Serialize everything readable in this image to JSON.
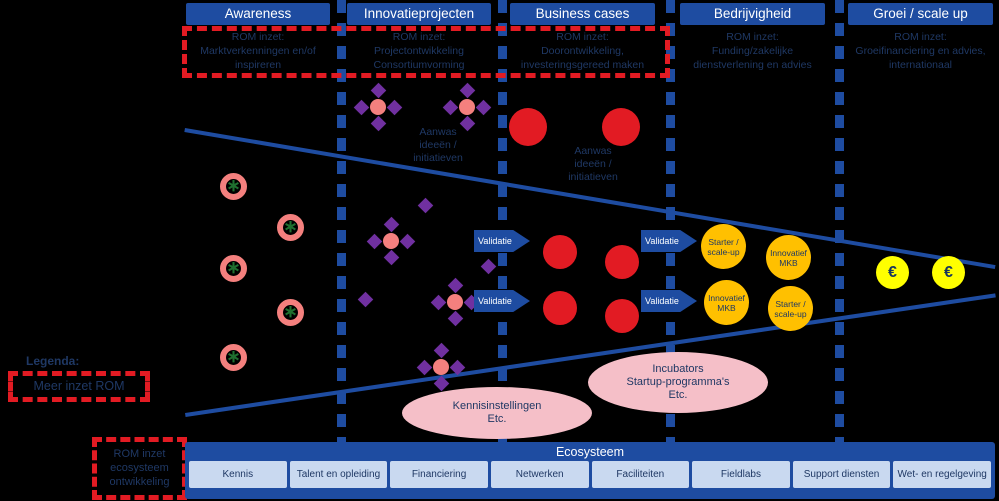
{
  "colors": {
    "blue": "#1E4CA1",
    "navy": "#1F3864",
    "red": "#E21B23",
    "salmon": "#F4807E",
    "purple": "#7030A0",
    "orange": "#FFC000",
    "yellow": "#FFFF00",
    "pink": "#F5BFC8",
    "cell_blue": "#C9D9F0",
    "green": "#1F6F2F"
  },
  "stages": [
    {
      "label": "Awareness",
      "rom_lines": [
        "ROM inzet:",
        "Marktverkenningen en/of",
        "inspireren"
      ]
    },
    {
      "label": "Innovatieprojecten",
      "rom_lines": [
        "ROM inzet:",
        "Projectontwikkeling",
        "Consortiumvorming"
      ]
    },
    {
      "label": "Business cases",
      "rom_lines": [
        "ROM inzet:",
        "Doorontwikkeling,",
        "investeringsgereed maken"
      ]
    },
    {
      "label": "Bedrijvigheid",
      "rom_lines": [
        "ROM inzet:",
        "Funding/zakelijke",
        "dienstverlening en advies"
      ]
    },
    {
      "label": "Groei / scale up",
      "rom_lines": [
        "ROM inzet:",
        "Groeifinanciering en advies,",
        "internationaal"
      ]
    }
  ],
  "funnel_notes": [
    {
      "lines": [
        "Aanwas",
        "ideeën /",
        "initiatieven"
      ]
    },
    {
      "lines": [
        "Aanwas",
        "ideeën /",
        "initiatieven"
      ]
    }
  ],
  "labels": {
    "validatie": "Validatie"
  },
  "symbols": {
    "euro": "€",
    "seed": "∗"
  },
  "company_circles": [
    {
      "lines": [
        "Starter /",
        "scale-up"
      ]
    },
    {
      "lines": [
        "Innovatief",
        "MKB"
      ]
    },
    {
      "lines": [
        "Innovatief",
        "MKB"
      ]
    },
    {
      "lines": [
        "Starter /",
        "scale-up"
      ]
    }
  ],
  "ellipses": [
    {
      "lines": [
        "Kennisinstellingen",
        "Etc."
      ]
    },
    {
      "lines": [
        "Incubators",
        "Startup-programma's",
        "Etc."
      ]
    }
  ],
  "legend": {
    "title": "Legenda:",
    "label": "Meer inzet ROM"
  },
  "eco_rom_box": {
    "lines": [
      "ROM inzet",
      "ecosysteem",
      "ontwikkeling"
    ]
  },
  "ecosystem": {
    "title": "Ecosysteem",
    "cells": [
      "Kennis",
      "Talent en opleiding",
      "Financiering",
      "Netwerken",
      "Faciliteiten",
      "Fieldlabs",
      "Support diensten",
      "Wet- en regelgeving"
    ]
  }
}
